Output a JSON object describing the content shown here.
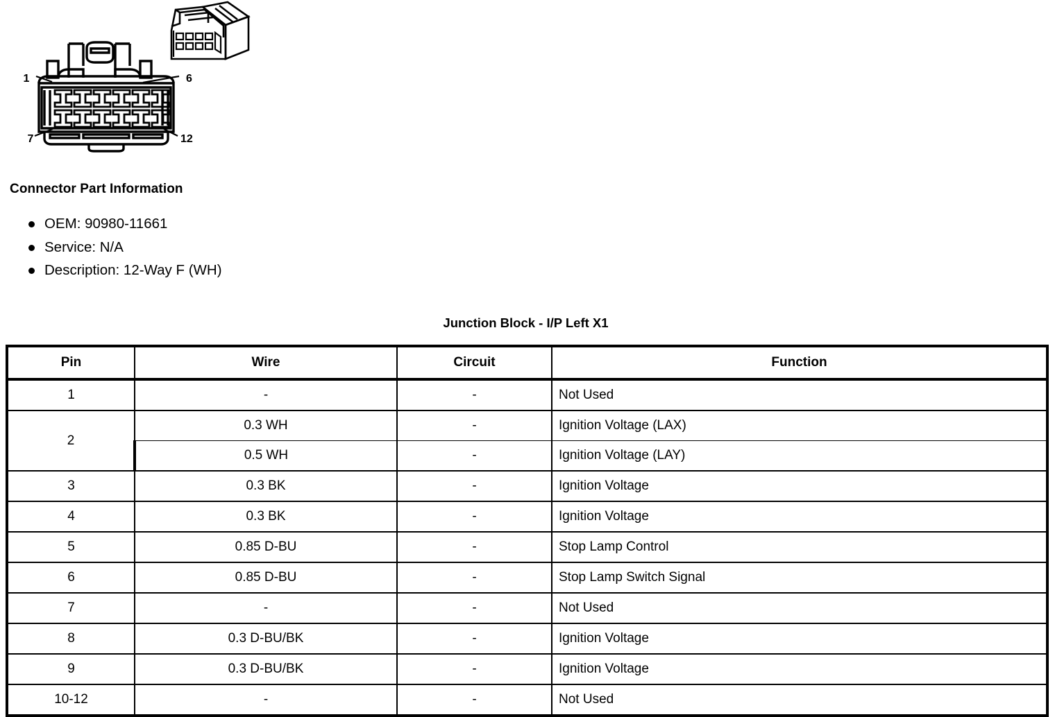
{
  "figure": {
    "name": "connector-face-diagram",
    "pin_labels": {
      "top_left": "1",
      "top_right": "6",
      "bottom_left": "7",
      "bottom_right": "12"
    },
    "cavity_rows": 2,
    "cavity_columns": 6,
    "line_color": "#000000"
  },
  "part_info": {
    "heading": "Connector Part Information",
    "items": [
      {
        "label": "OEM: 90980-11661"
      },
      {
        "label": "Service: N/A"
      },
      {
        "label": "Description: 12-Way F (WH)"
      }
    ]
  },
  "table": {
    "title": "Junction Block - I/P Left X1",
    "headers": {
      "pin": "Pin",
      "wire": "Wire",
      "circuit": "Circuit",
      "function": "Function"
    },
    "rows": [
      {
        "pin": "1",
        "wire": "-",
        "circuit": "-",
        "function": "Not Used"
      },
      {
        "pin": "2",
        "wire": "0.3 WH",
        "circuit": "-",
        "function": "Ignition Voltage (LAX)"
      },
      {
        "pin": "",
        "wire": "0.5 WH",
        "circuit": "-",
        "function": "Ignition Voltage (LAY)"
      },
      {
        "pin": "3",
        "wire": "0.3 BK",
        "circuit": "-",
        "function": "Ignition Voltage"
      },
      {
        "pin": "4",
        "wire": "0.3 BK",
        "circuit": "-",
        "function": "Ignition Voltage"
      },
      {
        "pin": "5",
        "wire": "0.85 D-BU",
        "circuit": "-",
        "function": "Stop Lamp Control"
      },
      {
        "pin": "6",
        "wire": "0.85 D-BU",
        "circuit": "-",
        "function": "Stop Lamp Switch Signal"
      },
      {
        "pin": "7",
        "wire": "-",
        "circuit": "-",
        "function": "Not Used"
      },
      {
        "pin": "8",
        "wire": "0.3 D-BU/BK",
        "circuit": "-",
        "function": "Ignition Voltage"
      },
      {
        "pin": "9",
        "wire": "0.3 D-BU/BK",
        "circuit": "-",
        "function": "Ignition Voltage"
      },
      {
        "pin": "10-12",
        "wire": "-",
        "circuit": "-",
        "function": "Not Used"
      }
    ]
  }
}
